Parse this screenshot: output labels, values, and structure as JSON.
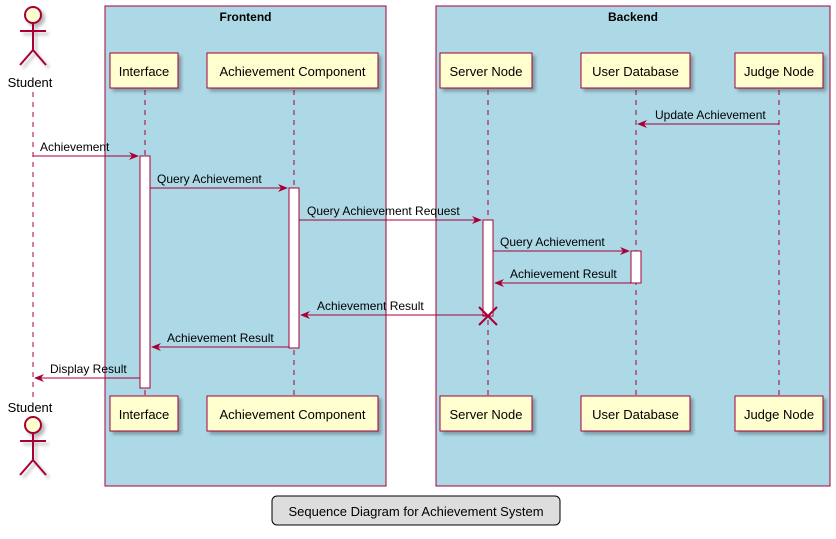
{
  "diagram": {
    "type": "sequence",
    "caption": "Sequence Diagram for Achievement System",
    "actor": {
      "label": "Student"
    },
    "boxes": [
      {
        "id": "frontend",
        "title": "Frontend"
      },
      {
        "id": "backend",
        "title": "Backend"
      }
    ],
    "participants": [
      {
        "id": "interface",
        "label": "Interface"
      },
      {
        "id": "achievement_component",
        "label": "Achievement Component"
      },
      {
        "id": "server_node",
        "label": "Server Node"
      },
      {
        "id": "user_database",
        "label": "User Database"
      },
      {
        "id": "judge_node",
        "label": "Judge Node"
      }
    ],
    "messages": [
      {
        "from": "judge_node",
        "to": "user_database",
        "label": "Update Achievement"
      },
      {
        "from": "student",
        "to": "interface",
        "label": "Achievement"
      },
      {
        "from": "interface",
        "to": "achievement_component",
        "label": "Query Achievement"
      },
      {
        "from": "achievement_component",
        "to": "server_node",
        "label": "Query Achievement Request"
      },
      {
        "from": "server_node",
        "to": "user_database",
        "label": "Query Achievement"
      },
      {
        "from": "user_database",
        "to": "server_node",
        "label": "Achievement Result"
      },
      {
        "from": "server_node",
        "to": "achievement_component",
        "label": "Achievement Result"
      },
      {
        "from": "achievement_component",
        "to": "interface",
        "label": "Achievement Result"
      },
      {
        "from": "interface",
        "to": "student",
        "label": "Display Result"
      }
    ],
    "colors": {
      "box_fill": "#ADD8E6",
      "participant_fill": "#FEFECE",
      "line": "#A80036",
      "caption_fill": "#DDDDDD"
    }
  }
}
